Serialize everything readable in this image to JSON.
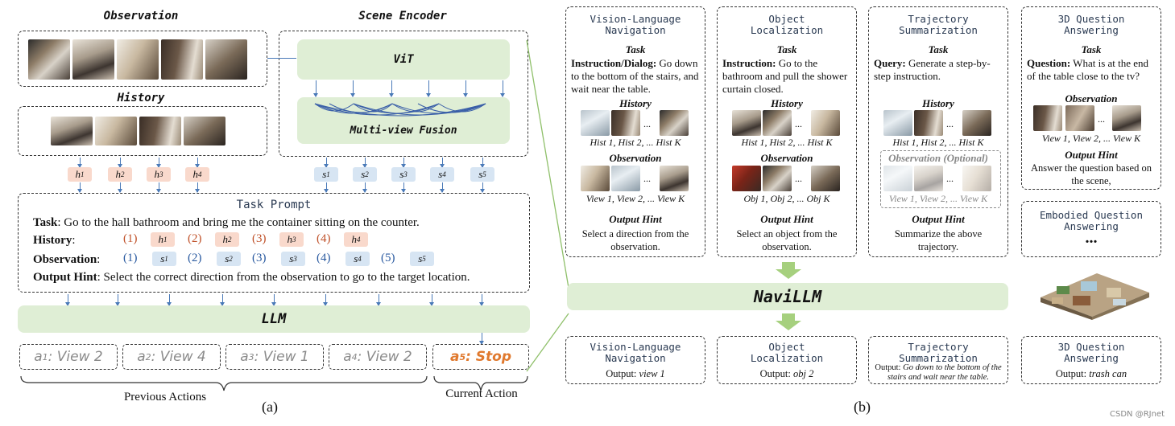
{
  "panel_a": {
    "observation_title": "Observation",
    "history_title": "History",
    "scene_encoder_title": "Scene Encoder",
    "vit_label": "ViT",
    "fusion_label": "Multi-view Fusion",
    "history_tokens": [
      "h",
      "h",
      "h",
      "h"
    ],
    "history_subs": [
      "1",
      "2",
      "3",
      "4"
    ],
    "scene_tokens": [
      "s",
      "s",
      "s",
      "s",
      "s"
    ],
    "scene_subs": [
      "1",
      "2",
      "3",
      "4",
      "5"
    ],
    "task_prompt_title": "Task Prompt",
    "task_label": "Task",
    "task_text": ": Go to the hall bathroom and bring me the container  sitting on the counter.",
    "history_label": "History",
    "history_nums": [
      "(1)",
      "(2)",
      "(3)",
      "(4)"
    ],
    "observation_label": "Observation",
    "obs_nums": [
      "(1)",
      "(2)",
      "(3)",
      "(4)",
      "(5)"
    ],
    "output_hint_label": "Output Hint",
    "output_hint_text": ": Select the correct direction from the observation to go to the target location.",
    "llm_label": "LLM",
    "actions": [
      {
        "a": "a",
        "sub": "1",
        "text": ": View 2"
      },
      {
        "a": "a",
        "sub": "2",
        "text": ": View 4"
      },
      {
        "a": "a",
        "sub": "3",
        "text": ": View 1"
      },
      {
        "a": "a",
        "sub": "4",
        "text": ": View 2"
      }
    ],
    "current_action": {
      "a": "a",
      "sub": "5",
      "text": ": Stop"
    },
    "previous_actions_label": "Previous Actions",
    "current_action_label": "Current Action",
    "caption": "(a)",
    "colors": {
      "green": "#dfeed5",
      "history_token": "#f9d9cc",
      "scene_token": "#d7e5f3",
      "orange": "#e0792e",
      "arrow": "#4a7ab8"
    }
  },
  "panel_b": {
    "tasks": [
      {
        "title": "Vision-Language Navigation",
        "task_h": "Task",
        "instr_label": "Instruction/Dialog:",
        "instr_text": " Go down to the bottom of the stairs, and wait near the table.",
        "history_h": "History",
        "history_caption": "Hist 1, Hist 2, ... Hist K",
        "obs_h": "Observation",
        "obs_caption": "View 1, View 2, ... View K",
        "hint_h": "Output Hint",
        "hint_text": "Select a direction from the observation.",
        "output_title": "Vision-Language Navigation",
        "output_label": "Output: ",
        "output_value": "view 1"
      },
      {
        "title": "Object Localization",
        "task_h": "Task",
        "instr_label": "Instruction:",
        "instr_text": " Go to the bathroom and pull the shower curtain closed.",
        "history_h": "History",
        "history_caption": "Hist 1, Hist 2, ... Hist K",
        "obs_h": "Observation",
        "obs_caption": "Obj 1, Obj 2, ... Obj K",
        "hint_h": "Output Hint",
        "hint_text": "Select an object from the observation.",
        "output_title": "Object Localization",
        "output_label": "Output: ",
        "output_value": "obj 2"
      },
      {
        "title": "Trajectory Summarization",
        "task_h": "Task",
        "instr_label": "Query:",
        "instr_text": " Generate a step-by-step instruction.",
        "history_h": "History",
        "history_caption": "Hist 1, Hist 2, ... Hist K",
        "obs_h": "Observation (Optional)",
        "obs_caption": "View 1, View 2, ... View K",
        "hint_h": "Output Hint",
        "hint_text": "Summarize the above trajectory.",
        "output_title": "Trajectory Summarization",
        "output_label": "Output: ",
        "output_value": "Go down to the bottom of the stairs and wait near the table."
      },
      {
        "title": "3D Question Answering",
        "task_h": "Task",
        "instr_label": "Question:",
        "instr_text": " What is at the end of the table close to the tv?",
        "obs_h": "Observation",
        "obs_caption": "View 1, View 2, ... View K",
        "hint_h": "Output Hint",
        "hint_text": "Answer the question based on the scene,",
        "output_title": "3D Question Answering",
        "output_label": "Output: ",
        "output_value": "trash can"
      }
    ],
    "eqa_title": "Embodied Question Answering",
    "eqa_dots": "...",
    "navillm_label": "NaviLLM",
    "ellipsis": "...",
    "caption": "(b)",
    "watermark": "CSDN @RJnet"
  }
}
